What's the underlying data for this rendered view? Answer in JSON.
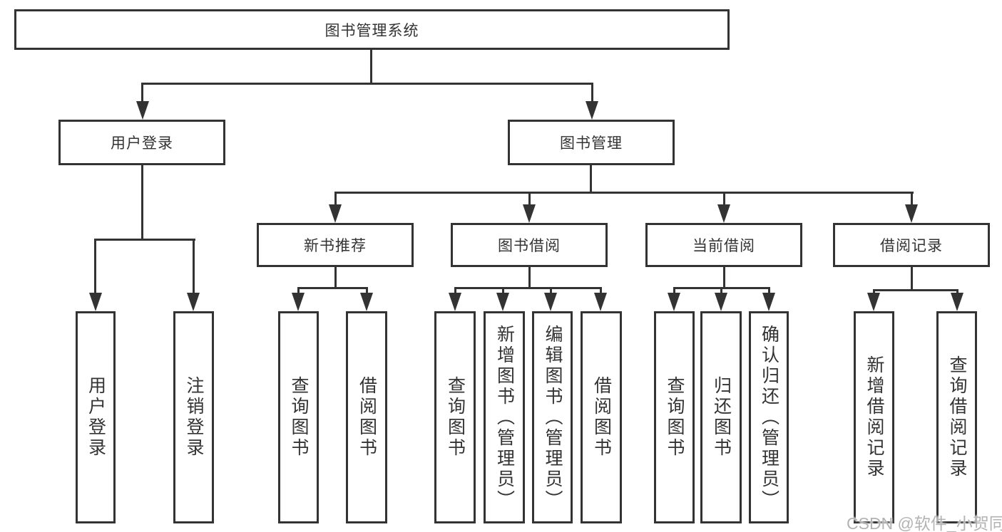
{
  "diagram_title": "图书管理系统",
  "nodes": {
    "root": "图书管理系统",
    "user_login": "用户登录",
    "book_mgmt": "图书管理",
    "new_book_rec": "新书推荐",
    "book_borrow": "图书借阅",
    "current_borrow": "当前借阅",
    "borrow_record": "借阅记录",
    "leaf_user_login": "用户登录",
    "leaf_logout": "注销登录",
    "leaf_rec_query": "查询图书",
    "leaf_rec_borrow": "借阅图书",
    "leaf_bb_query": "查询图书",
    "leaf_bb_add": "新增图书（管理员）",
    "leaf_bb_edit": "编辑图书（管理员）",
    "leaf_bb_borrow": "借阅图书",
    "leaf_cb_query": "查询图书",
    "leaf_cb_return": "归还图书",
    "leaf_cb_confirm": "确认归还（管理员）",
    "leaf_br_add": "新增借阅记录",
    "leaf_br_query": "查询借阅记录"
  },
  "structure": {
    "图书管理系统": {
      "用户登录": [
        "用户登录",
        "注销登录"
      ],
      "图书管理": {
        "新书推荐": [
          "查询图书",
          "借阅图书"
        ],
        "图书借阅": [
          "查询图书",
          "新增图书（管理员）",
          "编辑图书（管理员）",
          "借阅图书"
        ],
        "当前借阅": [
          "查询图书",
          "归还图书",
          "确认归还（管理员）"
        ],
        "借阅记录": [
          "新增借阅记录",
          "查询借阅记录"
        ]
      }
    }
  },
  "watermark": "CSDN @软件_小贺同学",
  "colors": {
    "line": "#333333",
    "text": "#333333",
    "watermark": "#b3b3b3",
    "background": "#ffffff"
  }
}
